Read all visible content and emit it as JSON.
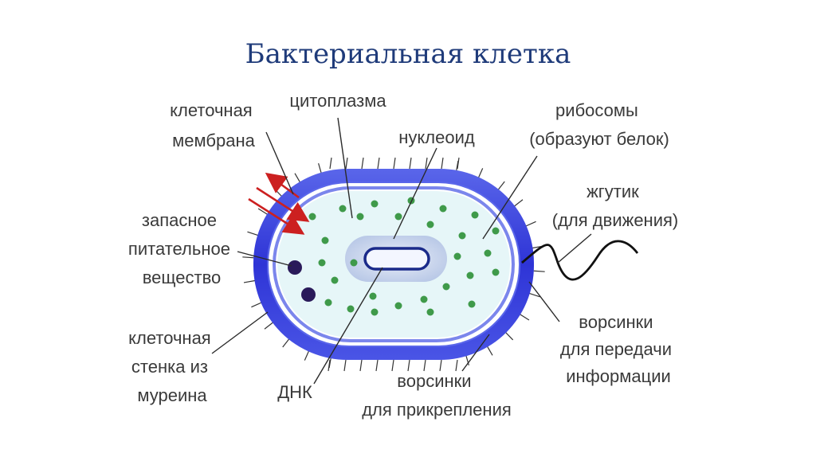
{
  "title": "Бактериальная клетка",
  "labels": {
    "membrane": [
      "клеточная",
      "мембрана"
    ],
    "cytoplasm": "цитоплазма",
    "nucleoid": "нуклеоид",
    "ribosomes": [
      "рибосомы",
      "(образуют белок)"
    ],
    "flagellum": [
      "жгутик",
      "(для движения)"
    ],
    "reserve": [
      "запасное",
      "питательное",
      "вещество"
    ],
    "cell_wall": [
      "клеточная",
      "стенка из",
      "муреина"
    ],
    "dna": "ДНК",
    "pili_attach": [
      "ворсинки",
      "для прикрепления"
    ],
    "pili_info": [
      "ворсинки",
      "для передачи",
      "информации"
    ]
  },
  "colors": {
    "title": "#1f3b7a",
    "wall_outer": "#2b2fd0",
    "wall_inner": "#6f7df0",
    "cytoplasm": "#e6f6f8",
    "ribosome": "#3f9a4a",
    "nucleoid_zone": "#c9d6ee",
    "dna": "#1a2a8a",
    "reserve": "#2a1a5a",
    "arrow": "#cc2020"
  }
}
